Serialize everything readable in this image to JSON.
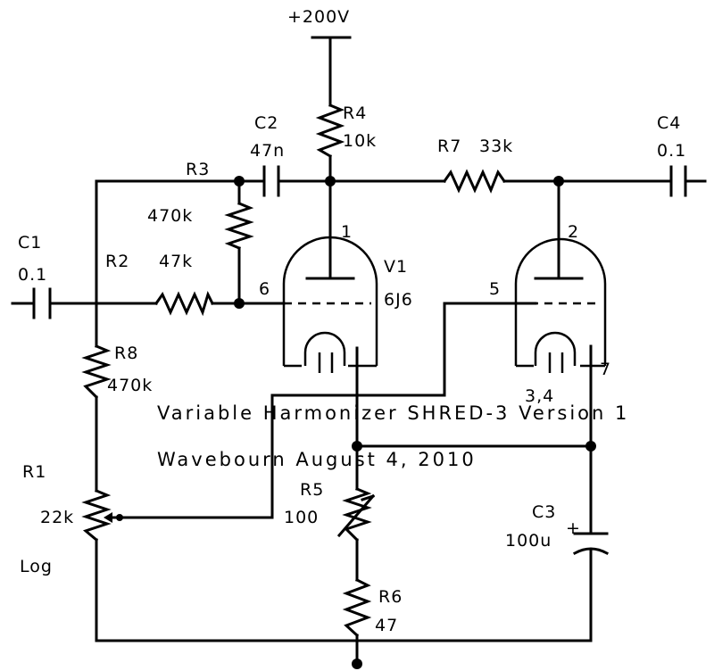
{
  "supply": "+200V",
  "title": "Variable Harmonizer SHRED-3 Version 1",
  "credit": "Wavebourn August 4, 2010",
  "components": {
    "c1": {
      "name": "C1",
      "value": "0.1"
    },
    "c2": {
      "name": "C2",
      "value": "47n"
    },
    "c3": {
      "name": "C3",
      "value": "100u"
    },
    "c4": {
      "name": "C4",
      "value": "0.1"
    },
    "r1": {
      "name": "R1",
      "value": "22k",
      "taper": "Log"
    },
    "r2": {
      "name": "R2",
      "value": "47k"
    },
    "r3": {
      "name": "R3",
      "value": "470k"
    },
    "r4": {
      "name": "R4",
      "value": "10k"
    },
    "r5": {
      "name": "R5",
      "value": "100"
    },
    "r6": {
      "name": "R6",
      "value": "47"
    },
    "r7": {
      "name": "R7",
      "value": "33k"
    },
    "r8": {
      "name": "R8",
      "value": "470k"
    },
    "v1": {
      "name": "V1",
      "value": "6J6"
    }
  },
  "pins": {
    "p1": "1",
    "p2": "2",
    "p5": "5",
    "p6": "6",
    "p7": "7",
    "p34": "3,4"
  },
  "c3_polarity": "+"
}
